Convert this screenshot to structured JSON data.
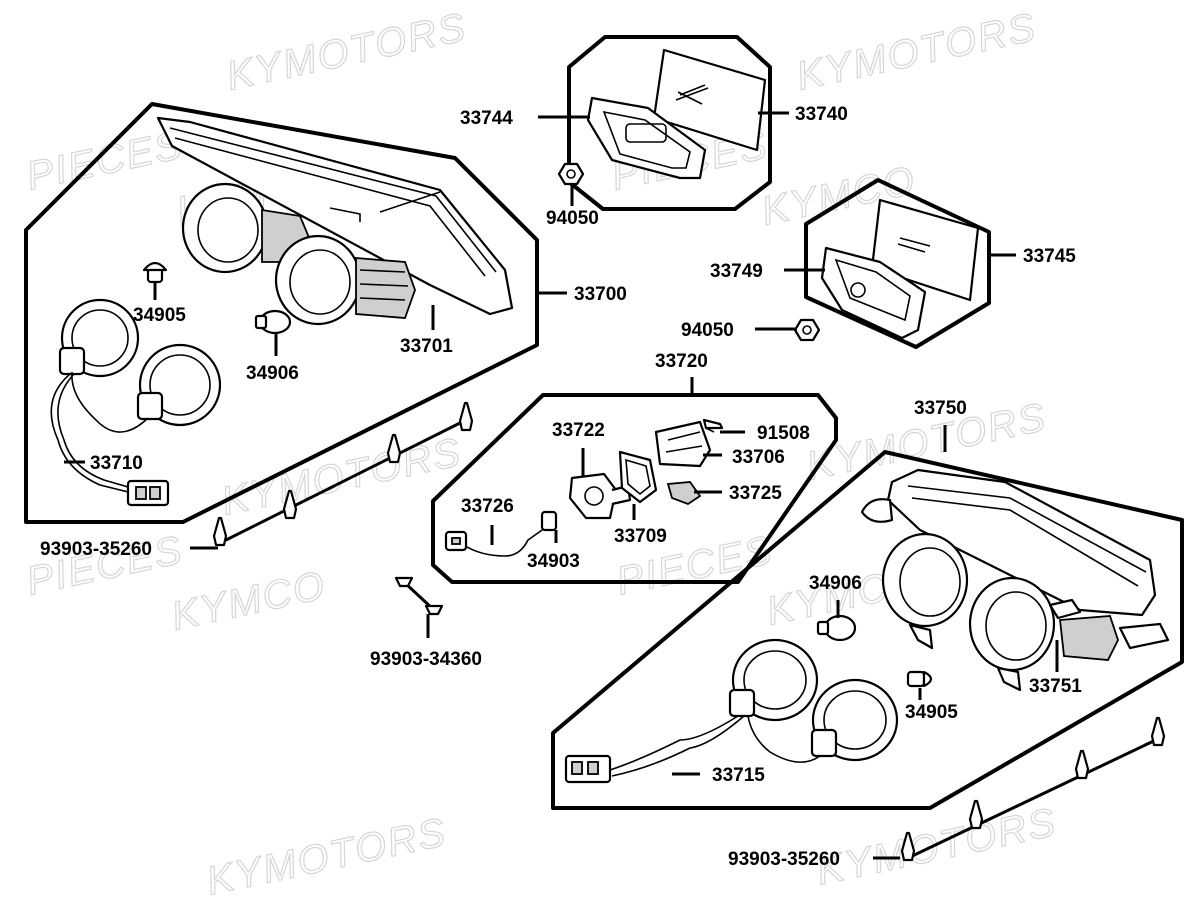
{
  "watermarks": [
    {
      "text": "KYMOTORS"
    },
    {
      "text": "PIECES"
    },
    {
      "text": "KYMCO"
    },
    {
      "text": "KYMOTORS"
    },
    {
      "text": "PIECES"
    },
    {
      "text": "KYMCO"
    },
    {
      "text": "KYMOTORS"
    },
    {
      "text": "PIECES"
    },
    {
      "text": "KYMCO"
    },
    {
      "text": "KYMOTORS"
    },
    {
      "text": "PIECES"
    },
    {
      "text": "KYMCO"
    },
    {
      "text": "KYMOTORS"
    },
    {
      "text": "KYMOTORS"
    }
  ],
  "part_numbers": {
    "p33744": "33744",
    "p33740": "33740",
    "p94050_top": "94050",
    "p33749": "33749",
    "p33745": "33745",
    "p94050_mid": "94050",
    "p33700": "33700",
    "p34905_left": "34905",
    "p34906_left": "34906",
    "p33701": "33701",
    "p33710": "33710",
    "p93903_35260_left": "93903-35260",
    "p33720": "33720",
    "p33722": "33722",
    "p91508": "91508",
    "p33706": "33706",
    "p33725": "33725",
    "p33726": "33726",
    "p33709": "33709",
    "p34903": "34903",
    "p93903_34360": "93903-34360",
    "p33750": "33750",
    "p34906_right": "34906",
    "p34905_right": "34905",
    "p33751": "33751",
    "p33715": "33715",
    "p93903_35260_right": "93903-35260"
  }
}
